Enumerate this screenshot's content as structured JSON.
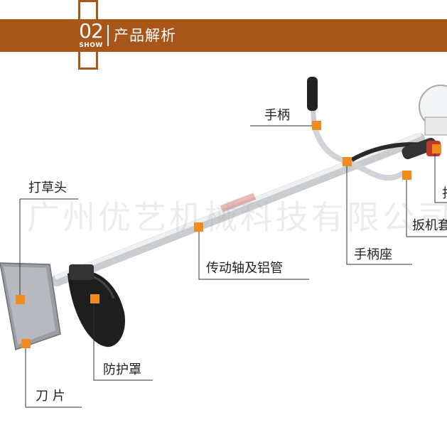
{
  "header": {
    "number": "02",
    "show": "SHOW",
    "title": "产品解析"
  },
  "watermark": "广州优艺机械科技有限公司",
  "labels": {
    "handle": "手柄",
    "grass_head": "打草头",
    "trigger_partial_top": "扫",
    "trigger": "扳机套",
    "handle_seat": "手柄座",
    "drive_shaft": "传动轴及铝管",
    "guard": "防护罩",
    "blade": "刀 片"
  },
  "colors": {
    "banner": "#a9561a",
    "marker": "#f08c1e"
  }
}
